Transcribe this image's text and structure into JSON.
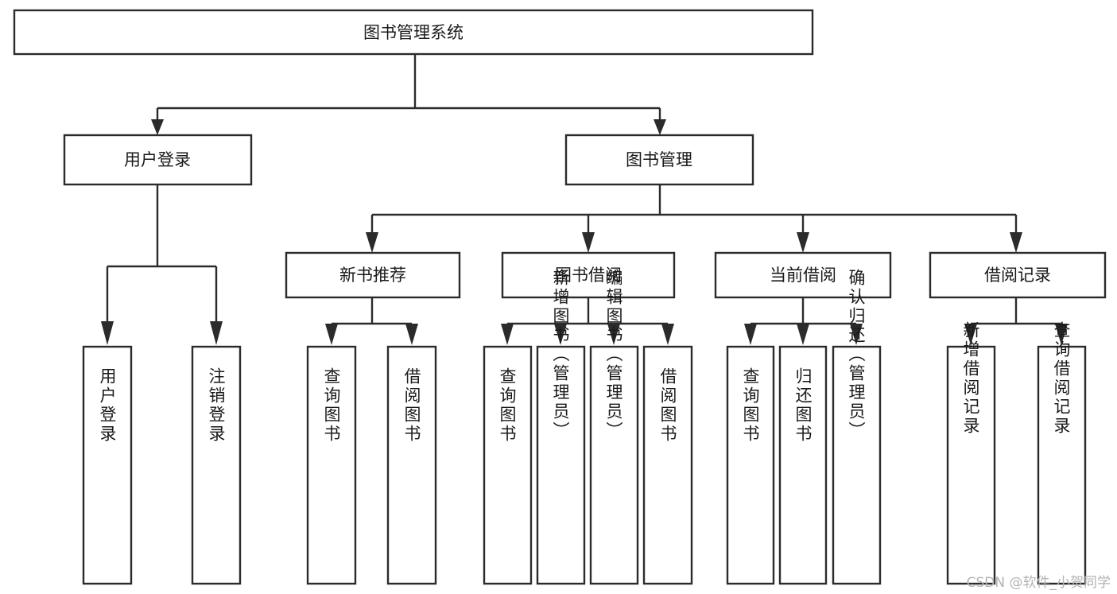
{
  "diagram": {
    "type": "tree",
    "title": "图书管理系统",
    "root": {
      "id": "root",
      "label": "图书管理系统",
      "orientation": "horizontal"
    },
    "level2": [
      {
        "id": "user-login",
        "label": "用户登录",
        "orientation": "horizontal"
      },
      {
        "id": "book-manage",
        "label": "图书管理",
        "orientation": "horizontal"
      }
    ],
    "level3": [
      {
        "id": "new-book-recommend",
        "label": "新书推荐",
        "orientation": "horizontal",
        "parent": "book-manage"
      },
      {
        "id": "book-borrow",
        "label": "图书借阅",
        "orientation": "horizontal",
        "parent": "book-manage"
      },
      {
        "id": "current-borrow",
        "label": "当前借阅",
        "orientation": "horizontal",
        "parent": "book-manage"
      },
      {
        "id": "borrow-record",
        "label": "借阅记录",
        "orientation": "horizontal",
        "parent": "book-manage"
      }
    ],
    "leaves": [
      {
        "id": "leaf-user-login",
        "label": "用户登录",
        "orientation": "vertical",
        "parent": "user-login"
      },
      {
        "id": "leaf-logout-login",
        "label": "注销登录",
        "orientation": "vertical",
        "parent": "user-login"
      },
      {
        "id": "leaf-query-book-1",
        "label": "查询图书",
        "orientation": "vertical",
        "parent": "new-book-recommend"
      },
      {
        "id": "leaf-borrow-book-1",
        "label": "借阅图书",
        "orientation": "vertical",
        "parent": "new-book-recommend"
      },
      {
        "id": "leaf-query-book-2",
        "label": "查询图书",
        "orientation": "vertical",
        "parent": "book-borrow"
      },
      {
        "id": "leaf-add-book",
        "label": "新增图书（管理员）",
        "orientation": "vertical",
        "parent": "book-borrow"
      },
      {
        "id": "leaf-edit-book",
        "label": "编辑图书（管理员）",
        "orientation": "vertical",
        "parent": "book-borrow"
      },
      {
        "id": "leaf-borrow-book-2",
        "label": "借阅图书",
        "orientation": "vertical",
        "parent": "book-borrow"
      },
      {
        "id": "leaf-query-book-3",
        "label": "查询图书",
        "orientation": "vertical",
        "parent": "current-borrow"
      },
      {
        "id": "leaf-return-book",
        "label": "归还图书",
        "orientation": "vertical",
        "parent": "current-borrow"
      },
      {
        "id": "leaf-confirm-return",
        "label": "确认归还（管理员）",
        "orientation": "vertical",
        "parent": "current-borrow"
      },
      {
        "id": "leaf-add-record",
        "label": "新增借阅记录",
        "orientation": "vertical",
        "parent": "borrow-record"
      },
      {
        "id": "leaf-query-record",
        "label": "查询借阅记录",
        "orientation": "vertical",
        "parent": "borrow-record"
      }
    ],
    "colors": {
      "stroke": "#2b2b2b",
      "fill": "#ffffff",
      "text": "#1a1a1a",
      "watermark": "#b3b3b3",
      "background": "#ffffff"
    }
  },
  "watermark": {
    "text": "CSDN @软件_小贺同学"
  }
}
